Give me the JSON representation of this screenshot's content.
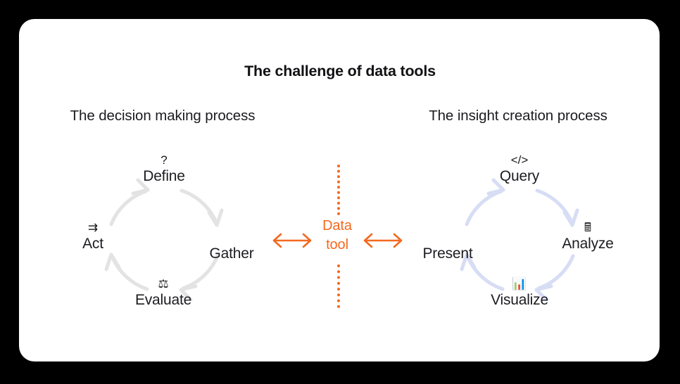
{
  "card": {
    "background": "#ffffff",
    "page_background": "#000000"
  },
  "title": "The challenge of data tools",
  "colors": {
    "accent_orange": "#F4691F",
    "text_dark": "#1c1c21",
    "left_arrow_gray": "#E3E3E3",
    "right_arrow_lavender": "#D7DDF4"
  },
  "left_process": {
    "heading": "The decision making process",
    "arrow_color": "#E3E3E3",
    "direction": "clockwise",
    "nodes": [
      {
        "label": "Define",
        "icon": "question-mark-icon",
        "glyph": "?",
        "position": "top"
      },
      {
        "label": "Gather",
        "icon": "none",
        "glyph": "",
        "position": "right"
      },
      {
        "label": "Evaluate",
        "icon": "scales-icon",
        "glyph": "⚖",
        "position": "bottom"
      },
      {
        "label": "Act",
        "icon": "fast-forward-arrow-icon",
        "glyph": "⇉",
        "position": "left"
      }
    ]
  },
  "right_process": {
    "heading": "The insight creation process",
    "arrow_color": "#D7DDF4",
    "direction": "clockwise",
    "nodes": [
      {
        "label": "Query",
        "icon": "code-brackets-icon",
        "glyph": "</>",
        "position": "top"
      },
      {
        "label": "Analyze",
        "icon": "calculator-icon",
        "glyph": "🖩",
        "position": "right"
      },
      {
        "label": "Visualize",
        "icon": "bar-chart-icon",
        "glyph": "📊",
        "position": "bottom"
      },
      {
        "label": "Present",
        "icon": "none",
        "glyph": "",
        "position": "left"
      }
    ]
  },
  "center": {
    "label_line1": "Data",
    "label_line2": "tool",
    "divider_style": "vertical-dotted",
    "divider_color": "#F4691F",
    "left_arrow": "double-headed-arrow",
    "right_arrow": "double-headed-arrow"
  }
}
